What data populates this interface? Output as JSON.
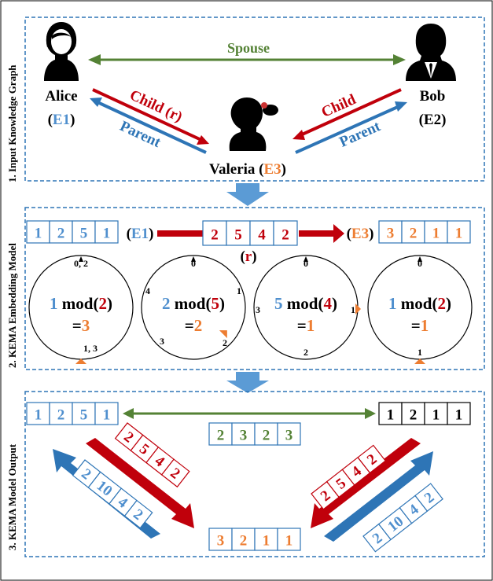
{
  "colors": {
    "blue": "#4f8fce",
    "red": "#c0000b",
    "green": "#548235",
    "orange": "#ed7d31",
    "black": "#000000",
    "panel_border": "#2e75b6",
    "down_arrow": "#5b9bd5"
  },
  "section1": {
    "label": "1. Input Knowledge Graph",
    "spouse_label": "Spouse",
    "alice_name": "Alice",
    "alice_id": "E1",
    "bob_name": "Bob",
    "bob_id": "E2",
    "valeria_name": "Valeria",
    "valeria_id": "E3",
    "left_child_label": "Child (r)",
    "left_parent_label": "Parent",
    "right_child_label": "Child",
    "right_parent_label": "Parent",
    "icons": [
      "female-avatar-icon",
      "male-avatar-icon",
      "girl-avatar-icon"
    ]
  },
  "section2": {
    "label": "2. KEMA Embedding Model",
    "e1_vector": [
      "1",
      "2",
      "5",
      "1"
    ],
    "e1_tag": "E1",
    "r_vector": [
      "2",
      "5",
      "4",
      "2"
    ],
    "r_tag": "r",
    "e3_tag": "E3",
    "e3_vector": [
      "3",
      "2",
      "1",
      "1"
    ],
    "circles": [
      {
        "a": "1",
        "m": "2",
        "res": "3",
        "labels": [
          "0, 2",
          "1, 3"
        ]
      },
      {
        "a": "2",
        "m": "5",
        "res": "2",
        "labels": [
          "0",
          "1",
          "2",
          "3",
          "4"
        ]
      },
      {
        "a": "5",
        "m": "4",
        "res": "1",
        "labels": [
          "0",
          "1",
          "2",
          "3"
        ]
      },
      {
        "a": "1",
        "m": "2",
        "res": "1",
        "labels": [
          "0",
          "1"
        ]
      }
    ],
    "mod_word": "mod",
    "eq_sign": "="
  },
  "section3": {
    "label": "3. KEMA Model Output",
    "e1_vector": [
      "1",
      "2",
      "5",
      "1"
    ],
    "spouse_vector": [
      "2",
      "3",
      "2",
      "3"
    ],
    "e2_vector": [
      "1",
      "2",
      "1",
      "1"
    ],
    "child_vector": [
      "2",
      "5",
      "4",
      "2"
    ],
    "parent_vector": [
      "2",
      "10",
      "4",
      "2"
    ],
    "e3_vector": [
      "3",
      "2",
      "1",
      "1"
    ]
  }
}
